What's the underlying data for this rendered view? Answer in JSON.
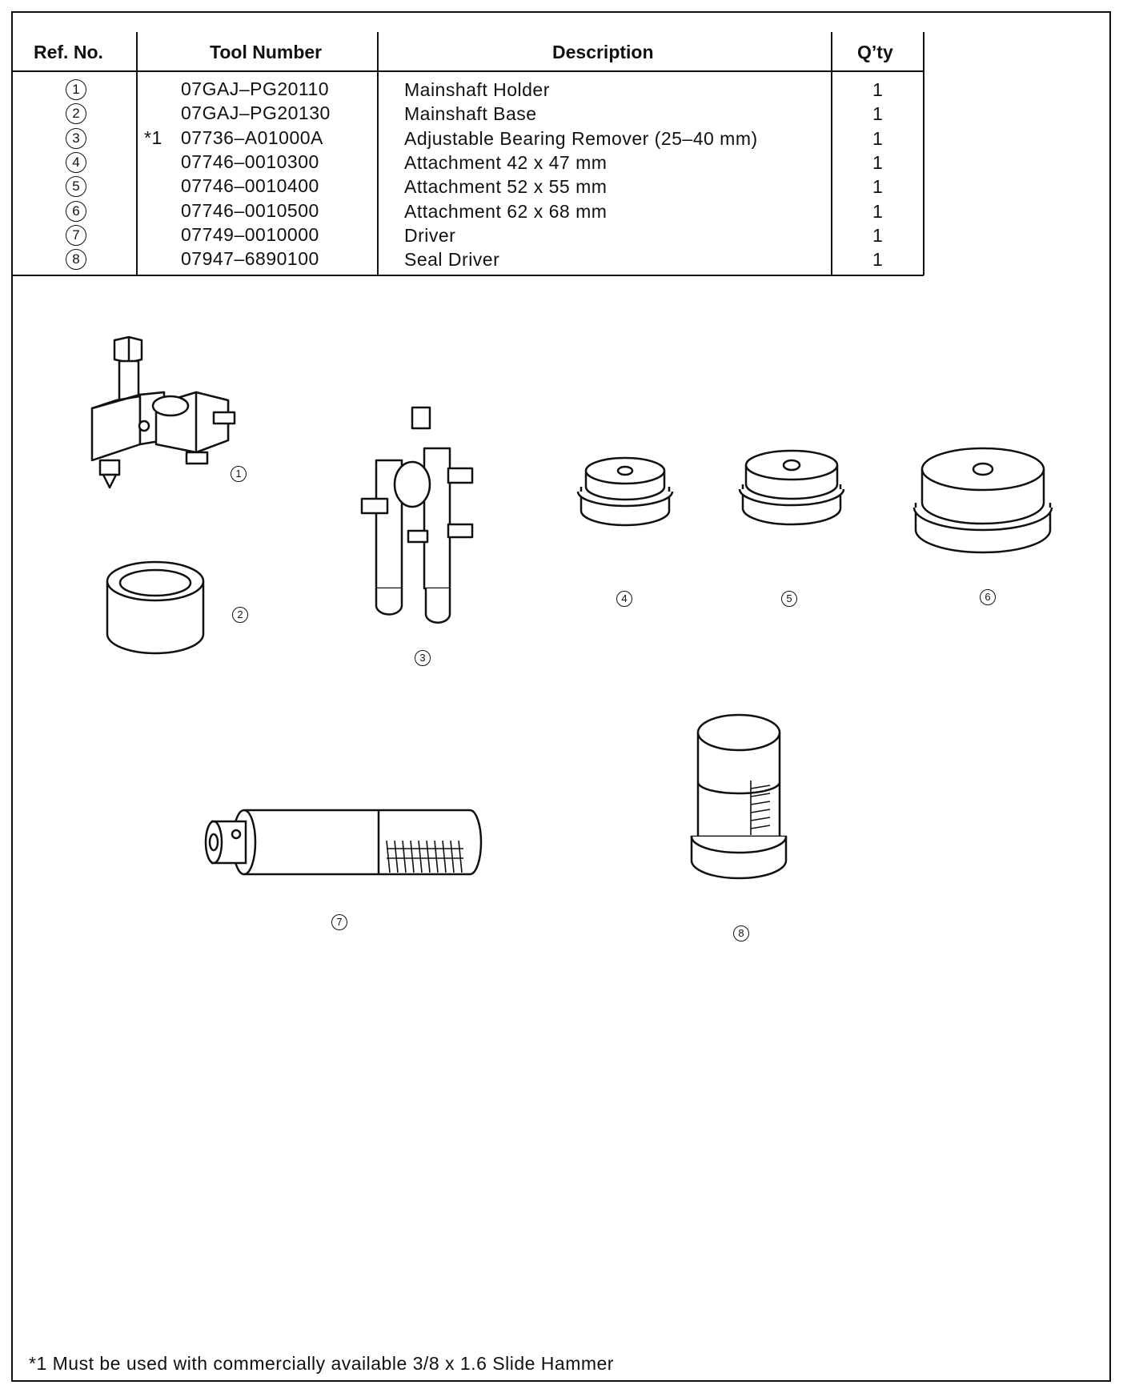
{
  "table": {
    "headers": [
      "Ref. No.",
      "Tool Number",
      "Description",
      "Q’ty"
    ],
    "rows": [
      {
        "ref": "1",
        "note": "",
        "tool": "07GAJ–PG20110",
        "desc": "Mainshaft Holder",
        "qty": "1"
      },
      {
        "ref": "2",
        "note": "",
        "tool": "07GAJ–PG20130",
        "desc": "Mainshaft Base",
        "qty": "1"
      },
      {
        "ref": "3",
        "note": "*1",
        "tool": "07736–A01000A",
        "desc": "Adjustable Bearing Remover (25–40 mm)",
        "qty": "1"
      },
      {
        "ref": "4",
        "note": "",
        "tool": "07746–0010300",
        "desc": "Attachment 42 x 47 mm",
        "qty": "1"
      },
      {
        "ref": "5",
        "note": "",
        "tool": "07746–0010400",
        "desc": "Attachment 52 x 55 mm",
        "qty": "1"
      },
      {
        "ref": "6",
        "note": "",
        "tool": "07746–0010500",
        "desc": "Attachment 62 x 68 mm",
        "qty": "1"
      },
      {
        "ref": "7",
        "note": "",
        "tool": "07749–0010000",
        "desc": "Driver",
        "qty": "1"
      },
      {
        "ref": "8",
        "note": "",
        "tool": "07947–6890100",
        "desc": "Seal Driver",
        "qty": "1"
      }
    ]
  },
  "callouts": [
    "1",
    "2",
    "3",
    "4",
    "5",
    "6",
    "7",
    "8"
  ],
  "footnote": "*1  Must be used with commercially available 3/8 x 1.6 Slide Hammer"
}
